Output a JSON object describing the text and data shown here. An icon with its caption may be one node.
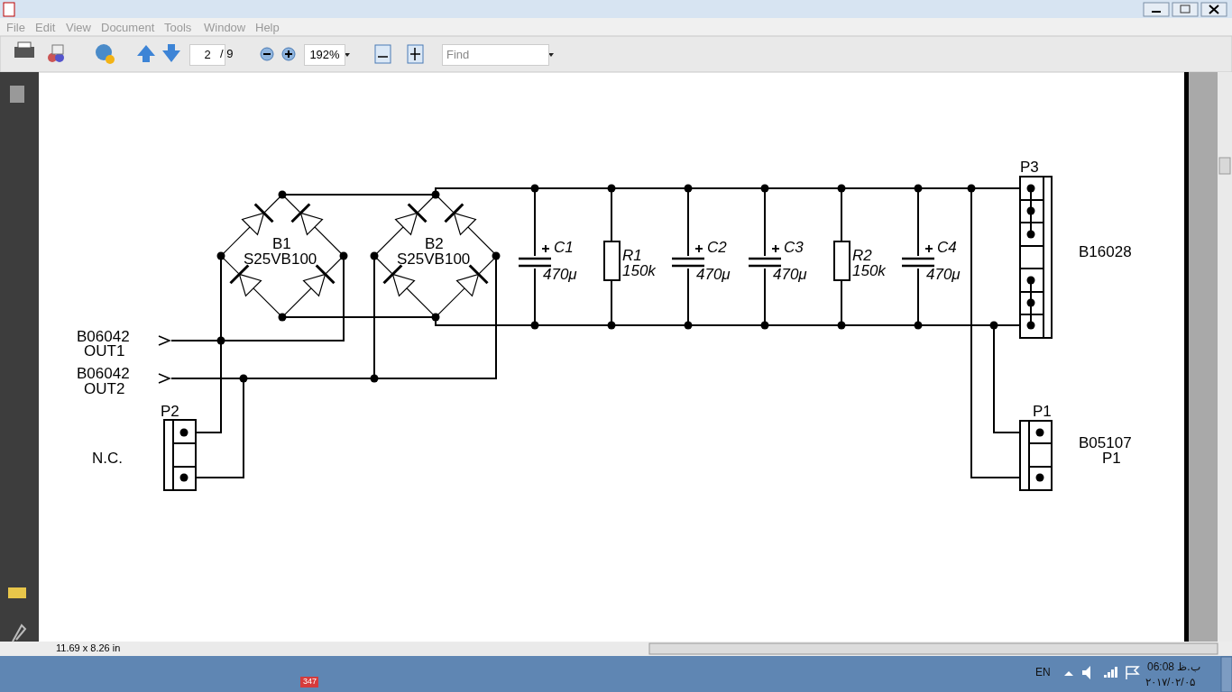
{
  "diagram": {
    "labels": [
      "File",
      "Edit",
      "View",
      "Document",
      "Tools",
      "Window",
      "Help",
      "2",
      "/ 9",
      "192%",
      "Find",
      "P3",
      "B1",
      "S25VB100",
      "B2",
      "S25VB100",
      "C1",
      "R1",
      "C2",
      "C3",
      "R2",
      "C4",
      "470μ",
      "150k",
      "470μ",
      "470μ",
      "150k",
      "470μ",
      "B16028",
      "B06042",
      "OUT1",
      "B06042",
      "OUT2",
      "P2",
      "P1",
      "B05107",
      "N.C.",
      "P1",
      "11.69 x 8.26 in",
      "347",
      "EN",
      "ب.ظ 06:08",
      "۲۰۱۷/۰۲/۰۵"
    ]
  }
}
